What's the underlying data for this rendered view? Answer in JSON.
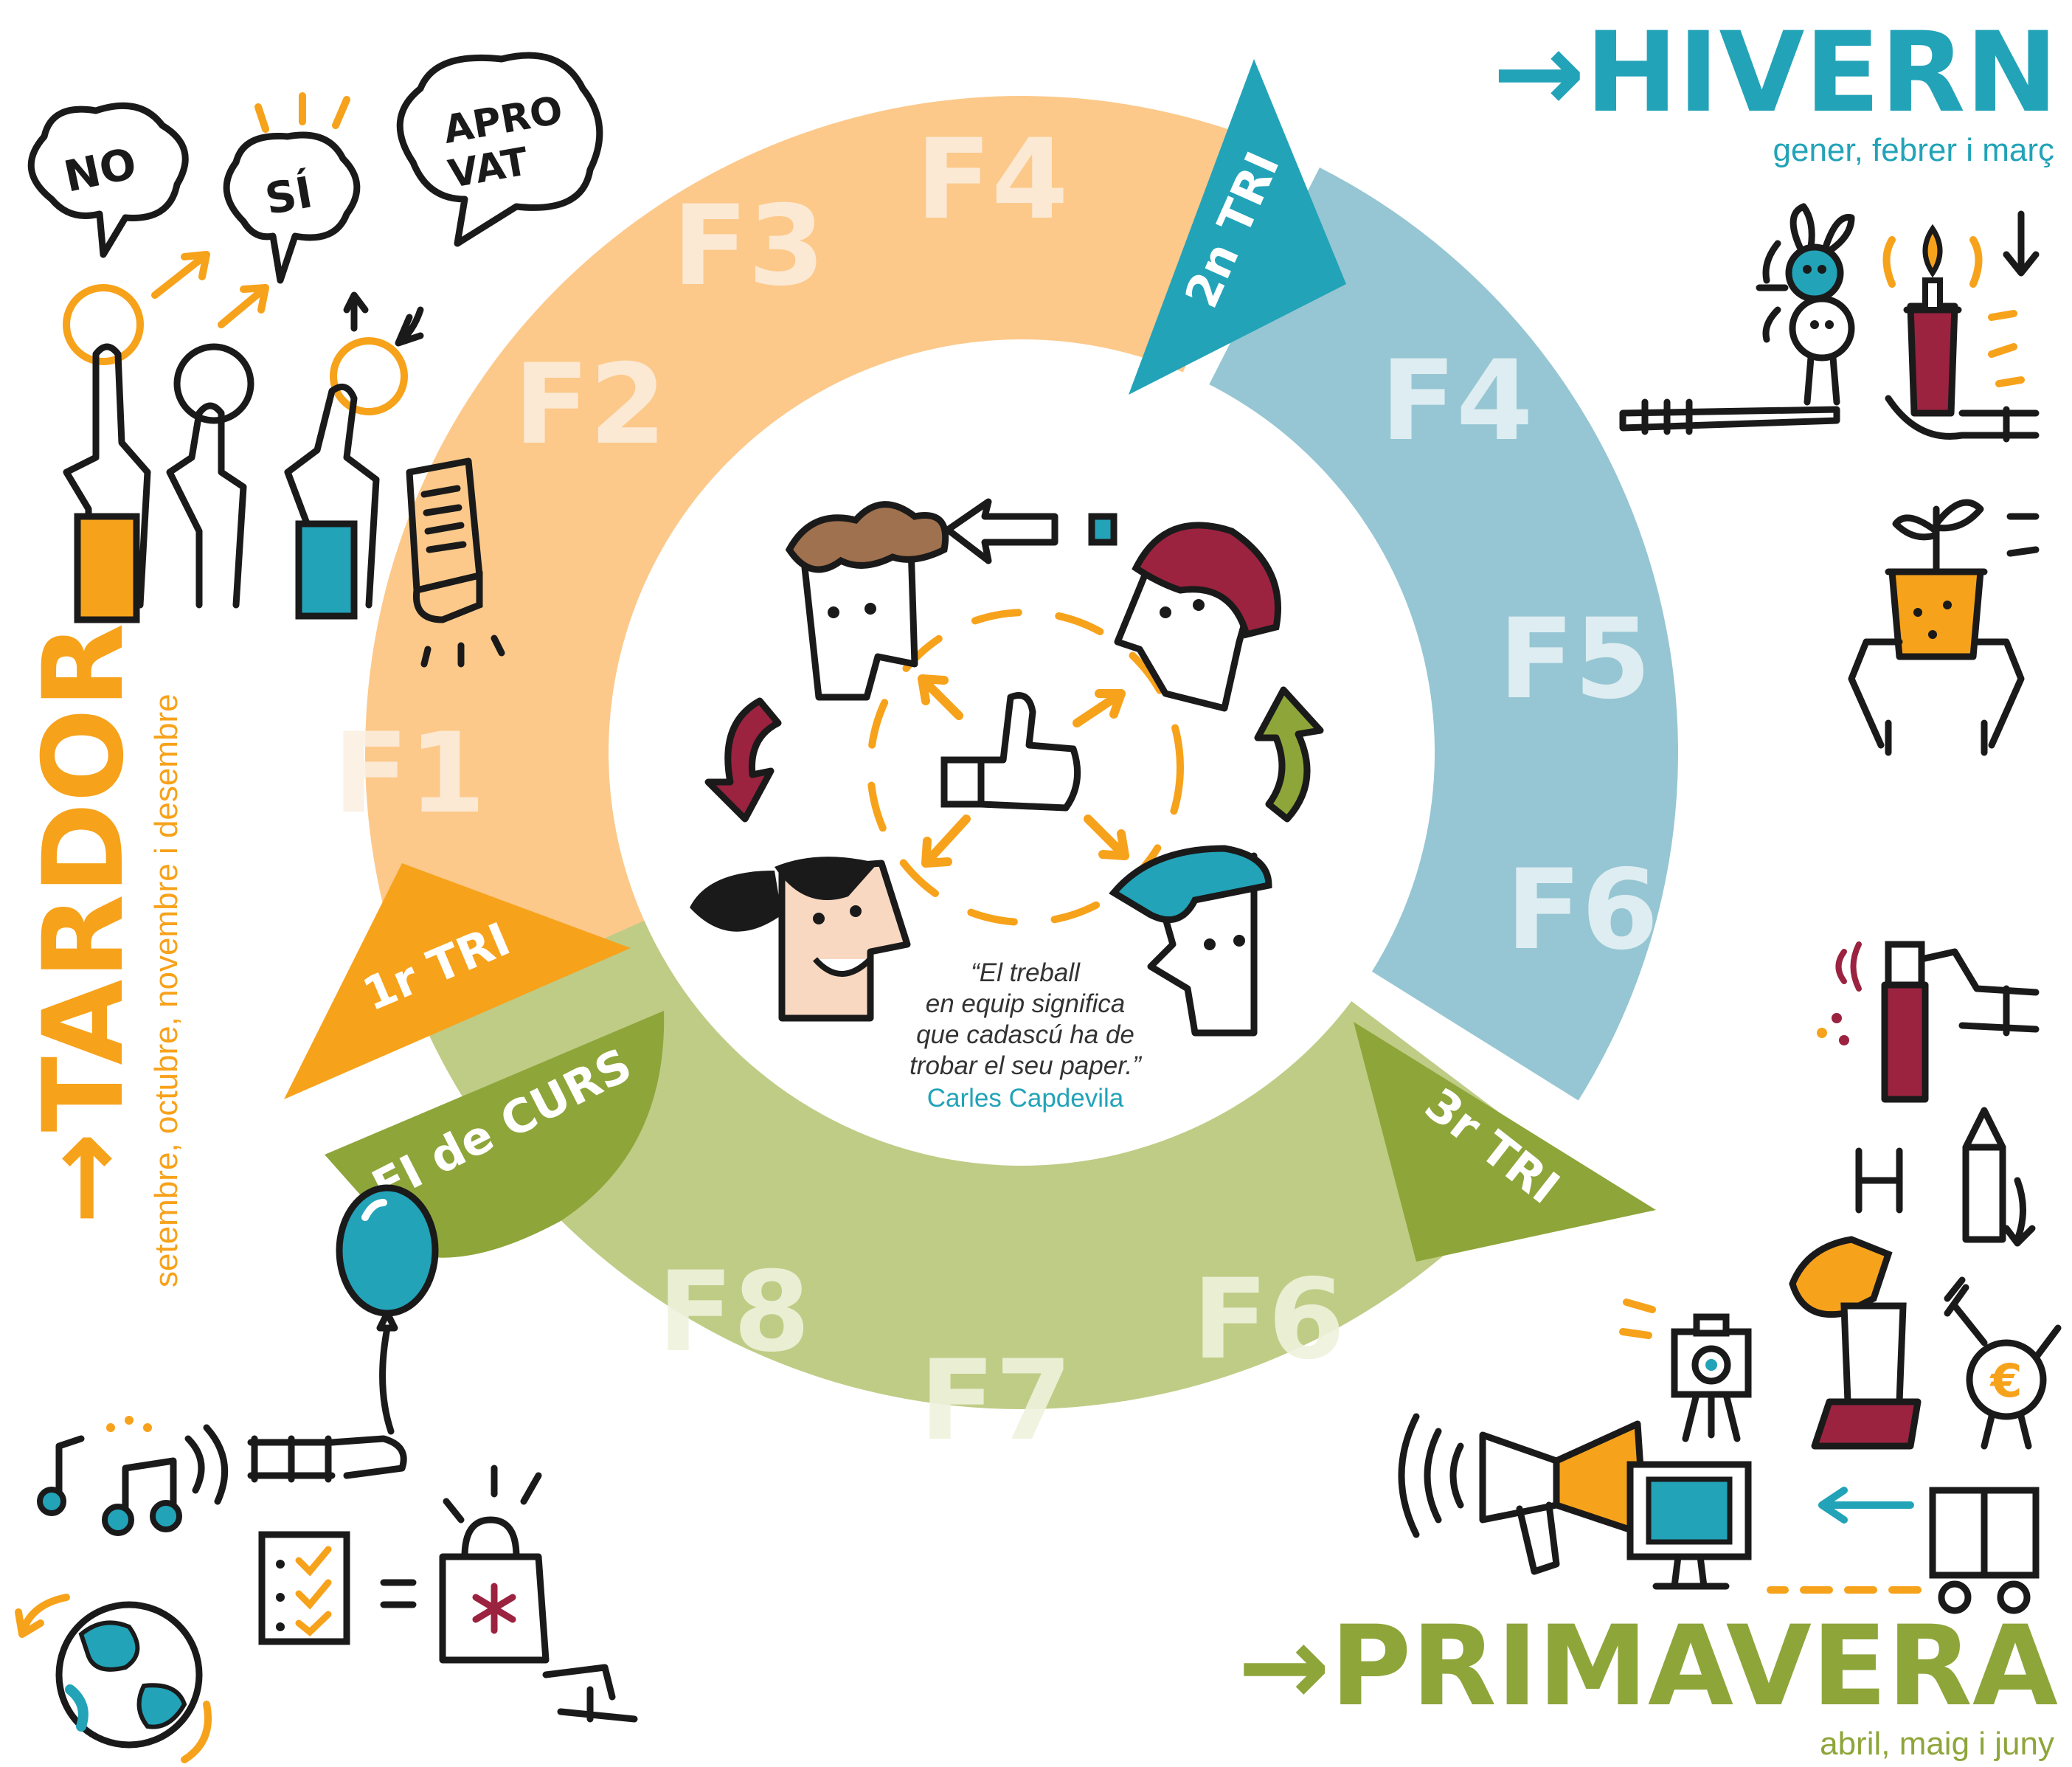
{
  "colors": {
    "autumn": "#f7a21b",
    "autumn_light": "#fcc98a",
    "winter": "#22a3b8",
    "winter_light": "#96c6d3",
    "spring": "#8ea53a",
    "spring_light": "#bfcc86",
    "ink": "#1a1a1a",
    "burgundy": "#9b2340"
  },
  "seasons": {
    "autumn": {
      "title": "→TARDOR",
      "months": "setembre, octubre, novembre i desembre"
    },
    "winter": {
      "title": "→HIVERN",
      "months": "gener, febrer i març"
    },
    "spring": {
      "title": "→PRIMAVERA",
      "months": "abril, maig i juny"
    }
  },
  "terms": {
    "first": "1r TRI",
    "second": "2n TRI",
    "third": "3r TRI",
    "end": "FI de CURS"
  },
  "phases": {
    "autumn": [
      "F1",
      "F2",
      "F3",
      "F4"
    ],
    "winter": [
      "F4",
      "F5",
      "F6"
    ],
    "spring": [
      "F6",
      "F7",
      "F8"
    ]
  },
  "speech": {
    "no": "NO",
    "si": "SÍ",
    "aprovat_1": "APRO",
    "aprovat_2": "VAT"
  },
  "quote": {
    "line1": "“El treball",
    "line2": "en equip significa",
    "line3": "que cadascú ha de",
    "line4": "trobar el seu paper.”",
    "author": "Carles Capdevila"
  },
  "icons": {
    "center": "team-faces-thumbs-up-icon",
    "balloon": "balloon-icon",
    "megaphone": "megaphone-icon",
    "camera": "camera-icon",
    "monitor": "monitor-icon",
    "plant": "plant-pot-icon",
    "candle": "candle-icon",
    "globe": "globe-icon",
    "shopping_bag": "shopping-bag-icon",
    "checklist": "checklist-icon",
    "music": "music-notes-icon",
    "spray": "spray-can-icon",
    "pencil": "pencil-icon",
    "euro": "euro-coin-icon",
    "cart": "cart-icon",
    "scroll": "scroll-icon"
  }
}
